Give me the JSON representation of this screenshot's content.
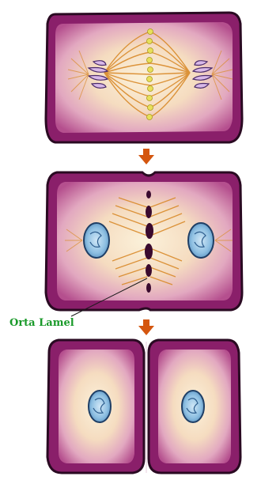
{
  "figure": {
    "stages": [
      {
        "id": "anaphase",
        "description_visible": false
      },
      {
        "id": "telophase-cell-plate",
        "description_visible": false
      },
      {
        "id": "daughter-cells",
        "description_visible": false
      }
    ],
    "label": {
      "text": "Orta Lamel"
    },
    "colors": {
      "cell_wall": "#8a1f6a",
      "cell_outline": "#2a0a22",
      "cytoplasm_center": "#f7e7c8",
      "cytoplasm_edge": "#c05a98",
      "spindle": "#d98a2a",
      "chromosomes": "#e8e05a",
      "nucleus": "#7fb7de",
      "arrow": "#d4560f",
      "label": "#1a9a2a"
    }
  }
}
